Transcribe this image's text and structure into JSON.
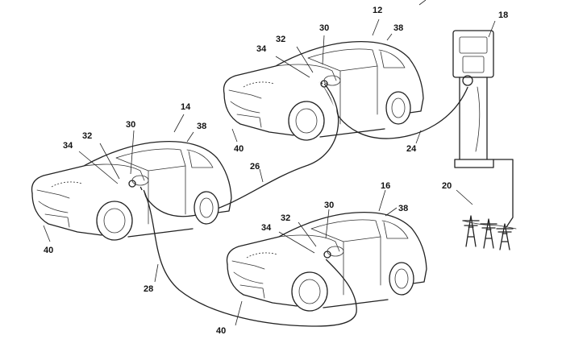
{
  "labels": {
    "car_top": "12",
    "car_left": "14",
    "car_bottom": "16",
    "station": "18",
    "grid": "20",
    "cable_station": "24",
    "cable_26": "26",
    "cable_28": "28",
    "port": "30",
    "inlet": "32",
    "connector": "34",
    "antenna": "38",
    "controller": "40"
  },
  "colors": {
    "line": "#222222",
    "background": "#ffffff"
  }
}
